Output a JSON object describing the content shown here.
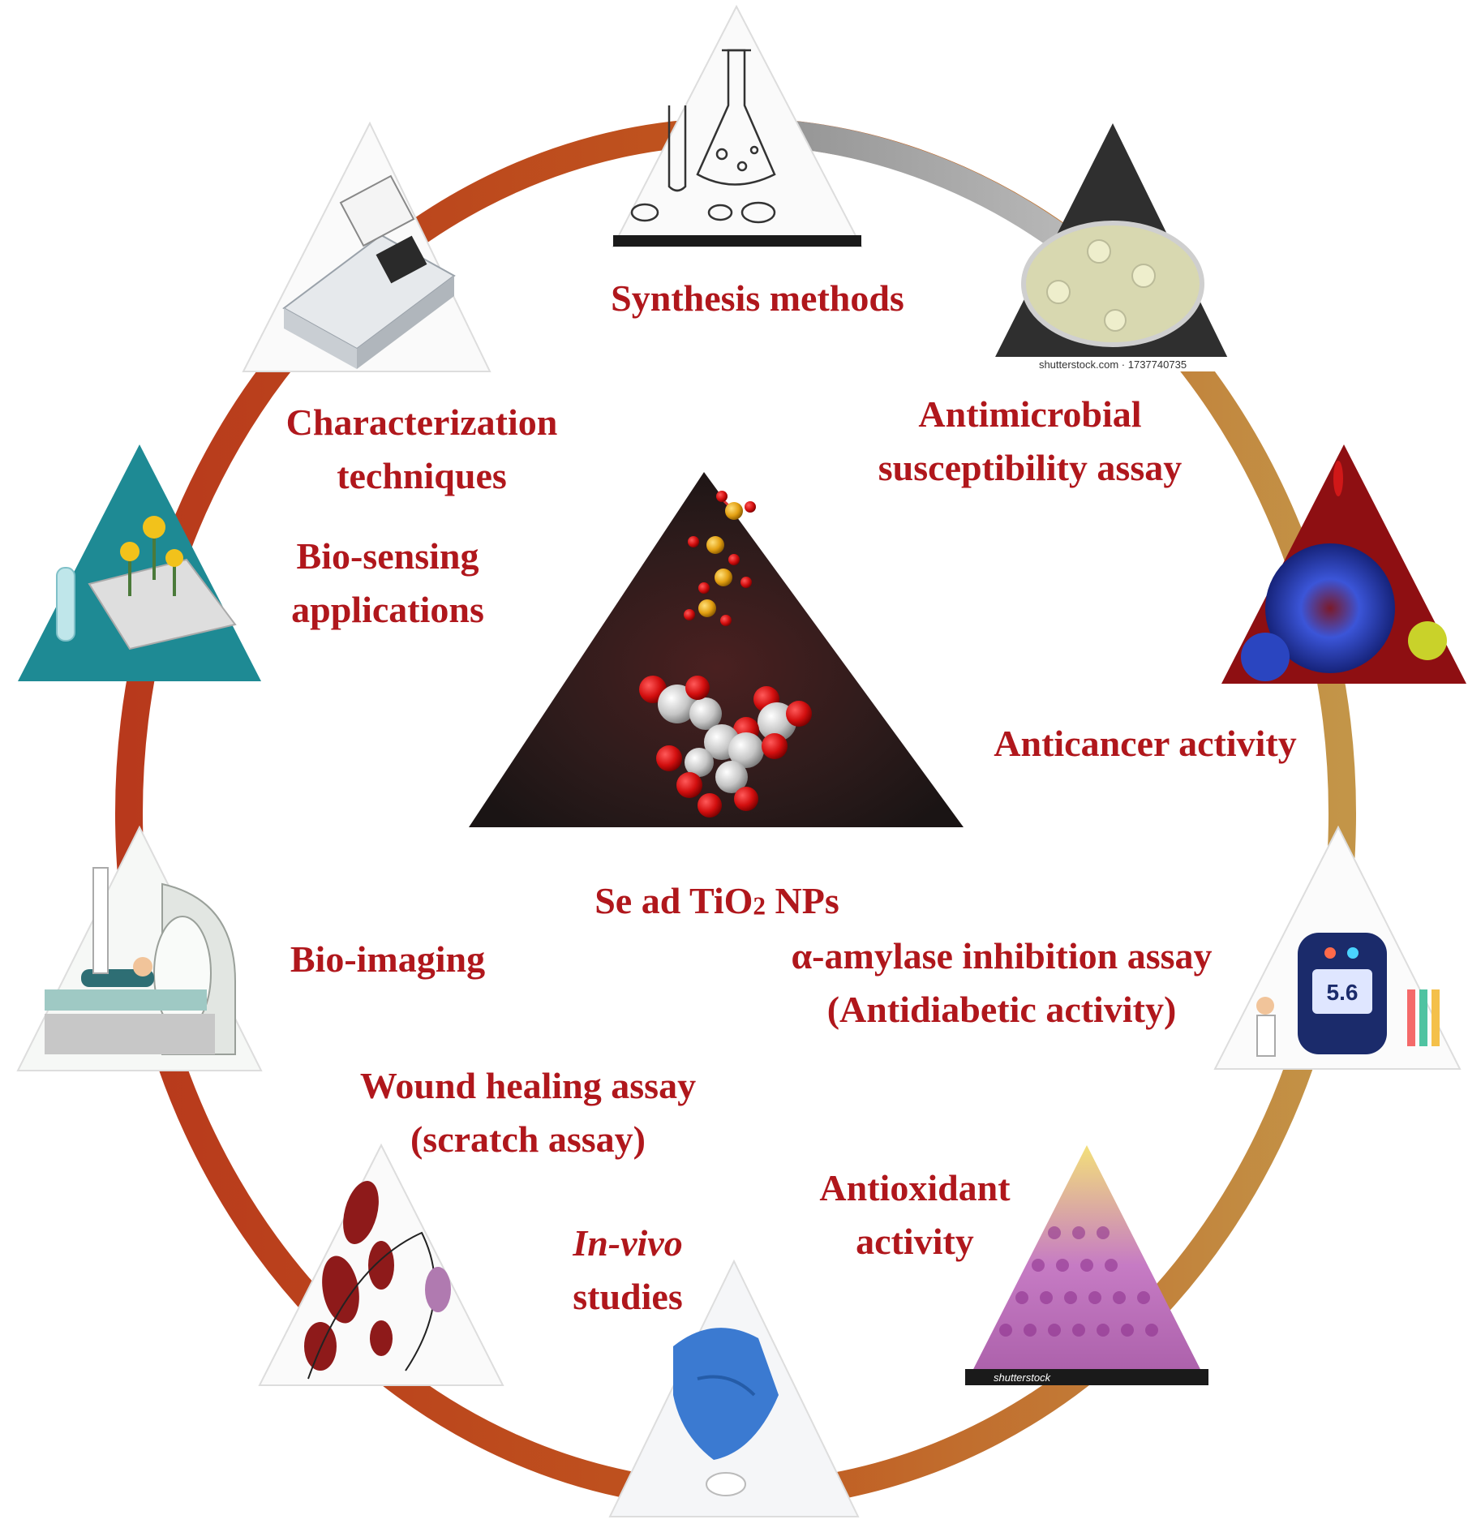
{
  "center": {
    "title_prefix": "Se ad TiO",
    "title_sub": "2",
    "title_suffix": " NPs"
  },
  "labels": {
    "synthesis": "Synthesis methods",
    "characterization_1": "Characterization",
    "characterization_2": "techniques",
    "antimicrobial_1": "Antimicrobial",
    "antimicrobial_2": "susceptibility assay",
    "biosensing_1": "Bio-sensing",
    "biosensing_2": "applications",
    "anticancer": "Anticancer activity",
    "amylase_1": "α-amylase inhibition assay",
    "amylase_2": "(Antidiabetic activity)",
    "bioimaging": "Bio-imaging",
    "wound_1": "Wound healing assay",
    "wound_2": "(scratch assay)",
    "antioxidant_1": "Antioxidant",
    "antioxidant_2": "activity",
    "invivo_1": "In-vivo",
    "invivo_2": "studies"
  },
  "watermarks": {
    "antimicrobial_photo": "shutterstock.com · 1737740735",
    "antioxidant_photo": "shutterstock",
    "glucose_reading": "5.6"
  },
  "colors": {
    "label_text": "#b0171c",
    "ring_dark": "#c0391b",
    "ring_light": "#c9a46e",
    "ring_grey": "#a8a8a8"
  }
}
